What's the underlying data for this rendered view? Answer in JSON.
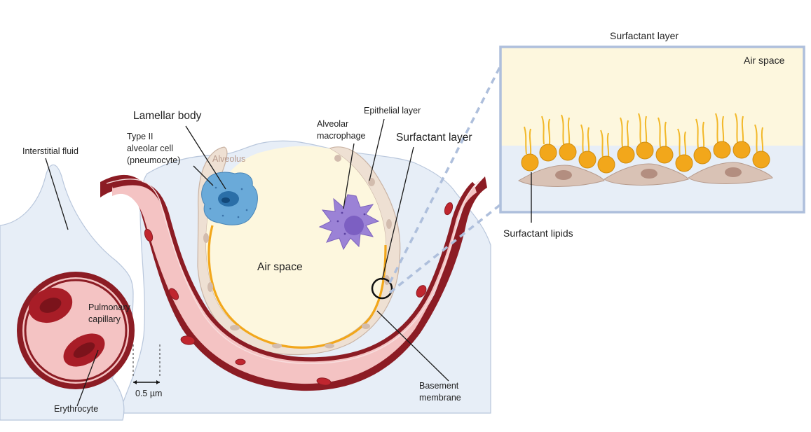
{
  "labels": {
    "lamellar_body": "Lamellar body",
    "type2_line1": "Type II",
    "type2_line2": "alveolar cell",
    "type2_line3": "(pneumocyte)",
    "alveolus": "Alveolus",
    "epithelial_layer": "Epithelial layer",
    "macrophage_line1": "Alveolar",
    "macrophage_line2": "macrophage",
    "surfactant_layer": "Surfactant layer",
    "interstitial_fluid": "Interstitial fluid",
    "air_space": "Air space",
    "pulmonary_line1": "Pulmonary",
    "pulmonary_line2": "capillary",
    "erythrocyte": "Erythrocyte",
    "scale": "0.5 µm",
    "basement_line1": "Basement",
    "basement_line2": "membrane"
  },
  "inset": {
    "title": "Surfactant layer",
    "air_space": "Air space",
    "lipids_label": "Surfactant lipids"
  },
  "colors": {
    "surfactant": "#f2a71b",
    "vessel_wall": "#8c1c24",
    "vessel_lumen": "#f4c3c3",
    "interstitium": "#e7eef7",
    "air_space": "#fdf7de",
    "inset_border": "#aebfdc",
    "macrophage": "#9b82d6",
    "type2_cell": "#6aaad9"
  }
}
